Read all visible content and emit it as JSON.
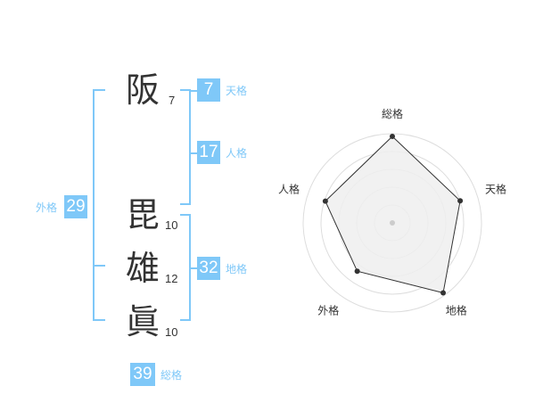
{
  "chars": [
    {
      "char": "阪",
      "strokes": "7"
    },
    {
      "char": "毘",
      "strokes": "10"
    },
    {
      "char": "雄",
      "strokes": "12"
    },
    {
      "char": "眞",
      "strokes": "10"
    }
  ],
  "kakusu": {
    "tenkaku": {
      "value": "7",
      "label": "天格"
    },
    "jinkaku": {
      "value": "17",
      "label": "人格"
    },
    "chikaku": {
      "value": "32",
      "label": "地格"
    },
    "gaikaku": {
      "value": "29",
      "label": "外格"
    },
    "soukaku": {
      "value": "39",
      "label": "総格"
    }
  },
  "radar": {
    "axes": [
      "総格",
      "天格",
      "地格",
      "外格",
      "人格"
    ],
    "values": [
      0.97,
      0.8,
      0.97,
      0.67,
      0.79
    ],
    "colors": {
      "fill": "#efefef",
      "line": "#333333",
      "ring": "#dddddd",
      "center": "#cccccc"
    }
  }
}
